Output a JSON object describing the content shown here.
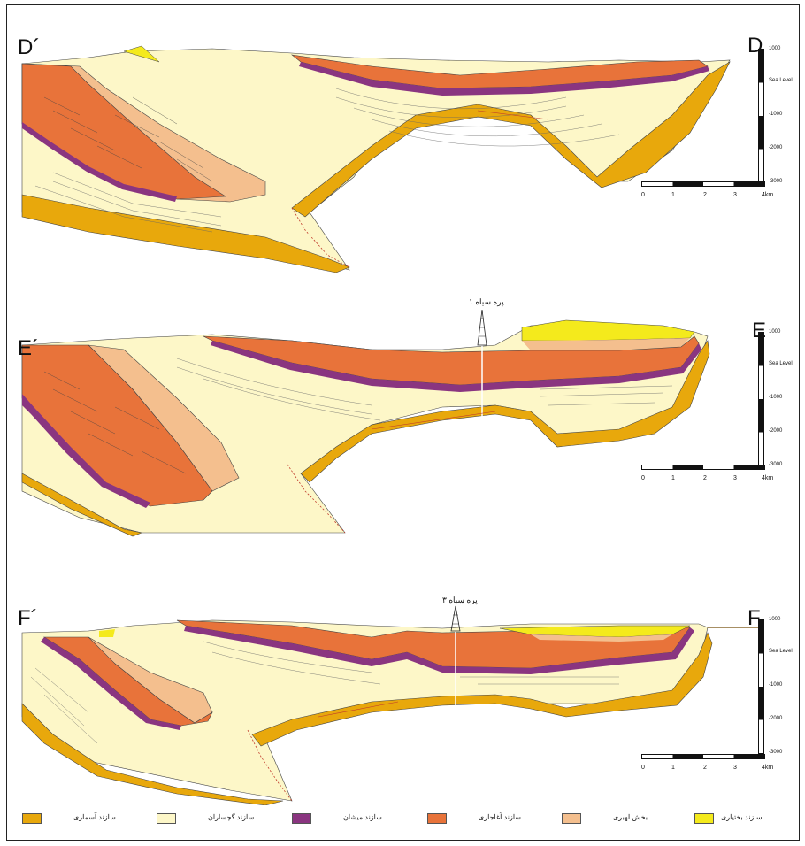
{
  "sections": [
    {
      "left_label": "D´",
      "right_label": "D",
      "well_label": ""
    },
    {
      "left_label": "E´",
      "right_label": "E",
      "well_label": "پره سیاه ١"
    },
    {
      "left_label": "F´",
      "right_label": "F",
      "well_label": "پره سیاه ٣"
    }
  ],
  "vertical_scale": {
    "ticks": [
      "1000",
      "Sea Level",
      "-1000",
      "-2000",
      "-3000"
    ]
  },
  "horizontal_scale": {
    "ticks": [
      "0",
      "1",
      "2",
      "3",
      "4km"
    ]
  },
  "legend": [
    {
      "label": "سازند آسماری",
      "color": "#e8a80c"
    },
    {
      "label": "سازند گچساران",
      "color": "#fdf7c8"
    },
    {
      "label": "سازند میشان",
      "color": "#8a3580"
    },
    {
      "label": "سازند آغاجاری",
      "color": "#e8733a"
    },
    {
      "label": "بخش لهبری",
      "color": "#f4bf8e"
    },
    {
      "label": "سازند بختیاری",
      "color": "#f4ea1c"
    }
  ]
}
